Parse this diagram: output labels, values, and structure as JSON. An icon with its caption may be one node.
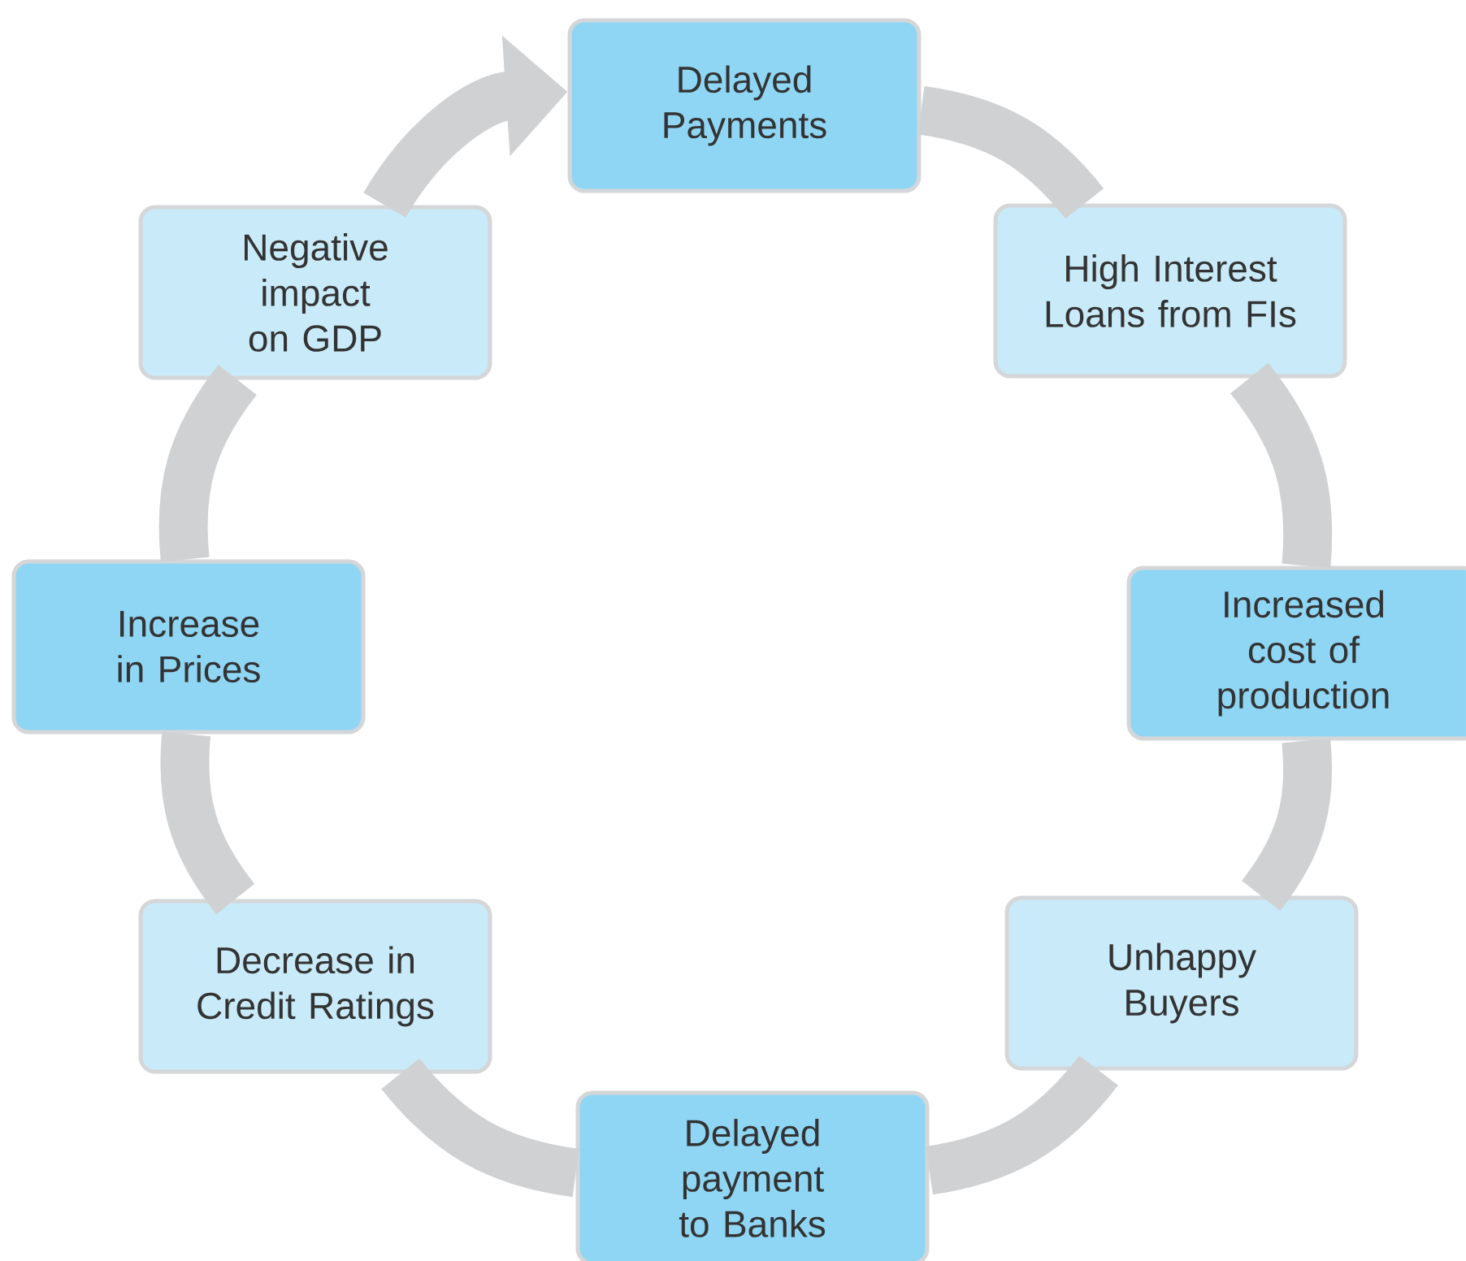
{
  "diagram": {
    "nodes": [
      {
        "text": [
          "Delayed Payments"
        ]
      },
      {
        "text": [
          "High Interest Loans from FIs"
        ]
      },
      {
        "text": [
          "Increased cost of production"
        ]
      },
      {
        "text": [
          "Unhappy Buyers"
        ]
      },
      {
        "text": [
          "Delayed payment to Banks"
        ]
      },
      {
        "text": [
          "Decrease in Credit Ratings"
        ]
      },
      {
        "text": [
          "Increase in Prices"
        ]
      },
      {
        "text": [
          "Negative impact on GDP"
        ]
      }
    ],
    "edges": [
      {
        "from": 0,
        "to": 1,
        "arrow": "none"
      },
      {
        "from": 1,
        "to": 2,
        "arrow": "none"
      },
      {
        "from": 2,
        "to": 3,
        "arrow": "none"
      },
      {
        "from": 3,
        "to": 4,
        "arrow": "none"
      },
      {
        "from": 4,
        "to": 5,
        "arrow": "none"
      },
      {
        "from": 5,
        "to": 6,
        "arrow": "none"
      },
      {
        "from": 6,
        "to": 7,
        "arrow": "none"
      },
      {
        "from": 7,
        "to": 0,
        "arrow": "to"
      }
    ]
  }
}
